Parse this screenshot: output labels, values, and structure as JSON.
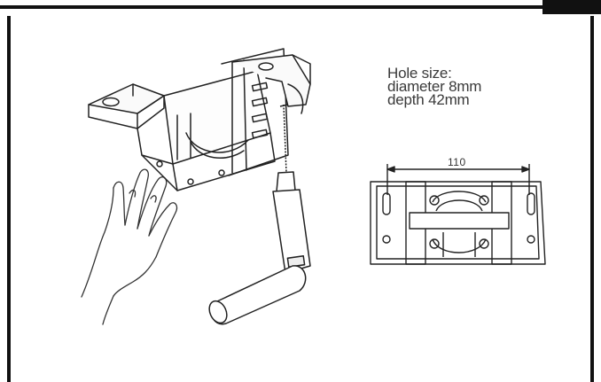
{
  "hole_info": {
    "title": "Hole size:",
    "diameter": "diameter 8mm",
    "depth": "depth 42mm"
  },
  "bracket_drawing": {
    "width_dimension": "110"
  },
  "colors": {
    "line": "#222222",
    "frame": "#111111",
    "background": "#ffffff"
  }
}
